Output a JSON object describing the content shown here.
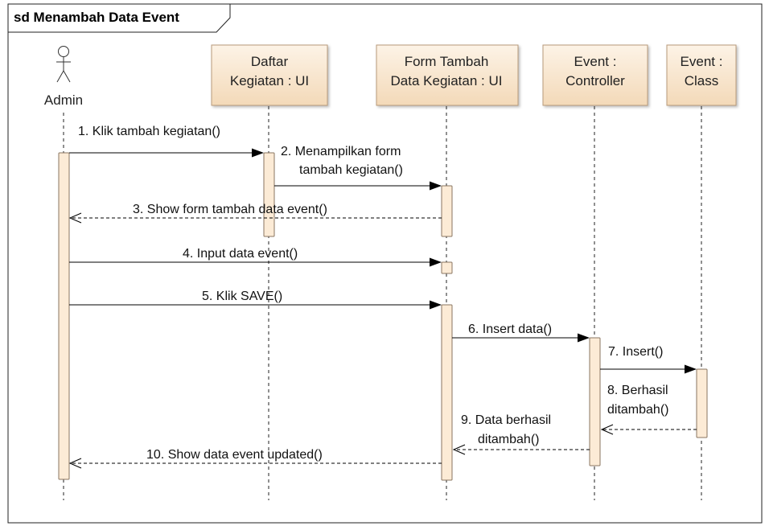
{
  "frame": {
    "title": "sd Menambah Data Event"
  },
  "actor": {
    "name": "Admin"
  },
  "lifelines": [
    {
      "id": "daftar",
      "lines": [
        "Daftar",
        "Kegiatan : UI"
      ]
    },
    {
      "id": "form",
      "lines": [
        "Form Tambah",
        "Data Kegiatan : UI"
      ]
    },
    {
      "id": "controller",
      "lines": [
        "Event :",
        "Controller"
      ]
    },
    {
      "id": "class",
      "lines": [
        "Event :",
        "Class"
      ]
    }
  ],
  "messages": [
    {
      "from": "admin",
      "to": "daftar",
      "type": "sync",
      "lines": [
        "1. Klik tambah kegiatan()"
      ]
    },
    {
      "from": "daftar",
      "to": "form",
      "type": "sync",
      "lines": [
        "2. Menampilkan form",
        "tambah kegiatan()"
      ]
    },
    {
      "from": "form",
      "to": "admin",
      "type": "return",
      "lines": [
        "3. Show form tambah data event()"
      ]
    },
    {
      "from": "admin",
      "to": "form",
      "type": "sync",
      "lines": [
        "4. Input data event()"
      ]
    },
    {
      "from": "admin",
      "to": "form",
      "type": "sync",
      "lines": [
        "5. Klik SAVE()"
      ]
    },
    {
      "from": "form",
      "to": "controller",
      "type": "sync",
      "lines": [
        "6. Insert data()"
      ]
    },
    {
      "from": "controller",
      "to": "class",
      "type": "sync",
      "lines": [
        "7. Insert()"
      ]
    },
    {
      "from": "class",
      "to": "controller",
      "type": "return",
      "lines": [
        "8. Berhasil",
        "ditambah()"
      ]
    },
    {
      "from": "controller",
      "to": "form",
      "type": "return",
      "lines": [
        "9. Data berhasil",
        "ditambah()"
      ]
    },
    {
      "from": "form",
      "to": "admin",
      "type": "return",
      "lines": [
        "10. Show data event updated()"
      ]
    }
  ],
  "colors": {
    "object_fill_top": "#fdf3e6",
    "object_fill_bottom": "#f3d9b8",
    "object_stroke": "#b89a7a",
    "activation_fill": "#fcebd6",
    "activation_stroke": "#8a7660",
    "frame_stroke": "#222222",
    "line": "#000000"
  }
}
